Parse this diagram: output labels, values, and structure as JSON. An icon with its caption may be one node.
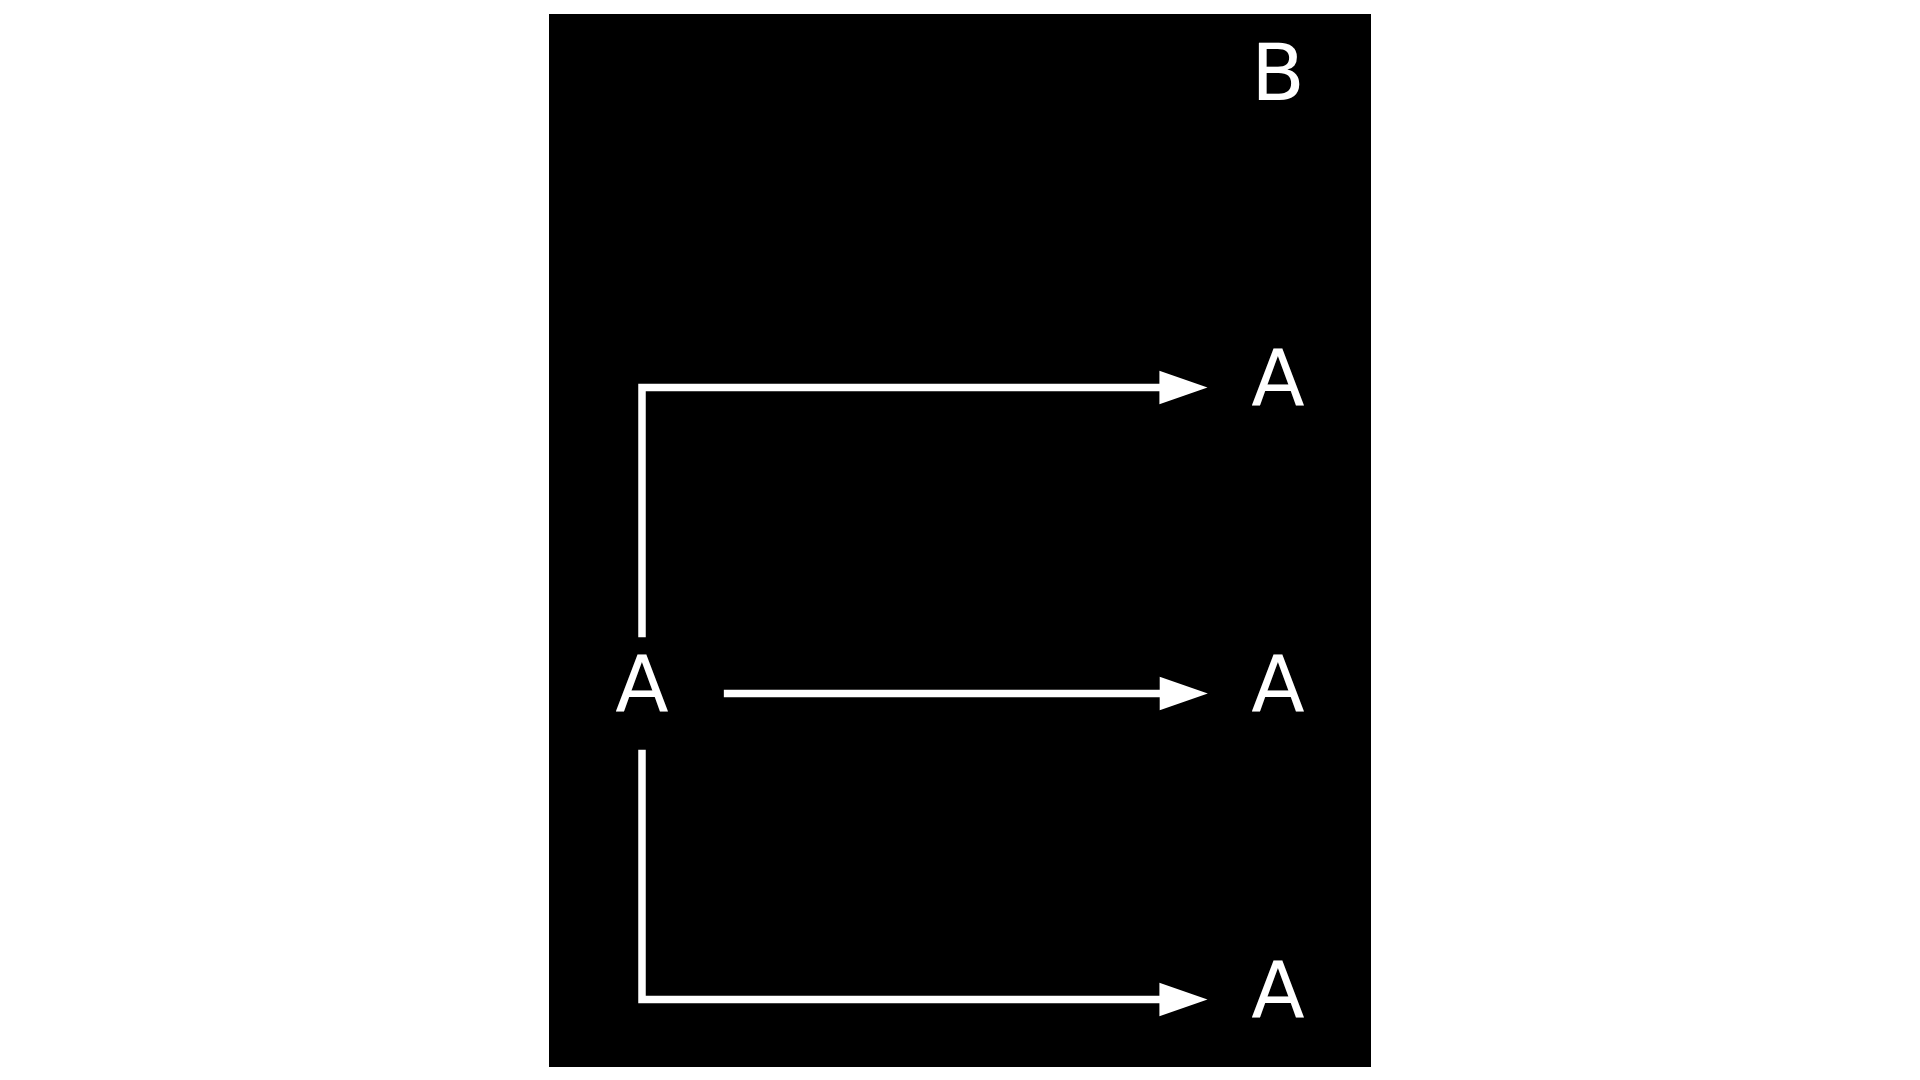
{
  "diagram": {
    "nodes": [
      {
        "text": [
          "A"
        ]
      },
      {
        "text": [
          "A"
        ]
      },
      {
        "text": [
          "A"
        ]
      },
      {
        "text": [
          "A"
        ]
      }
    ],
    "edges": [
      {
        "from": 0,
        "to": 1,
        "arrow": "to"
      },
      {
        "from": 0,
        "to": 2,
        "arrow": "to"
      },
      {
        "from": 0,
        "to": 3,
        "arrow": "to"
      }
    ],
    "labels": [
      "B"
    ]
  }
}
